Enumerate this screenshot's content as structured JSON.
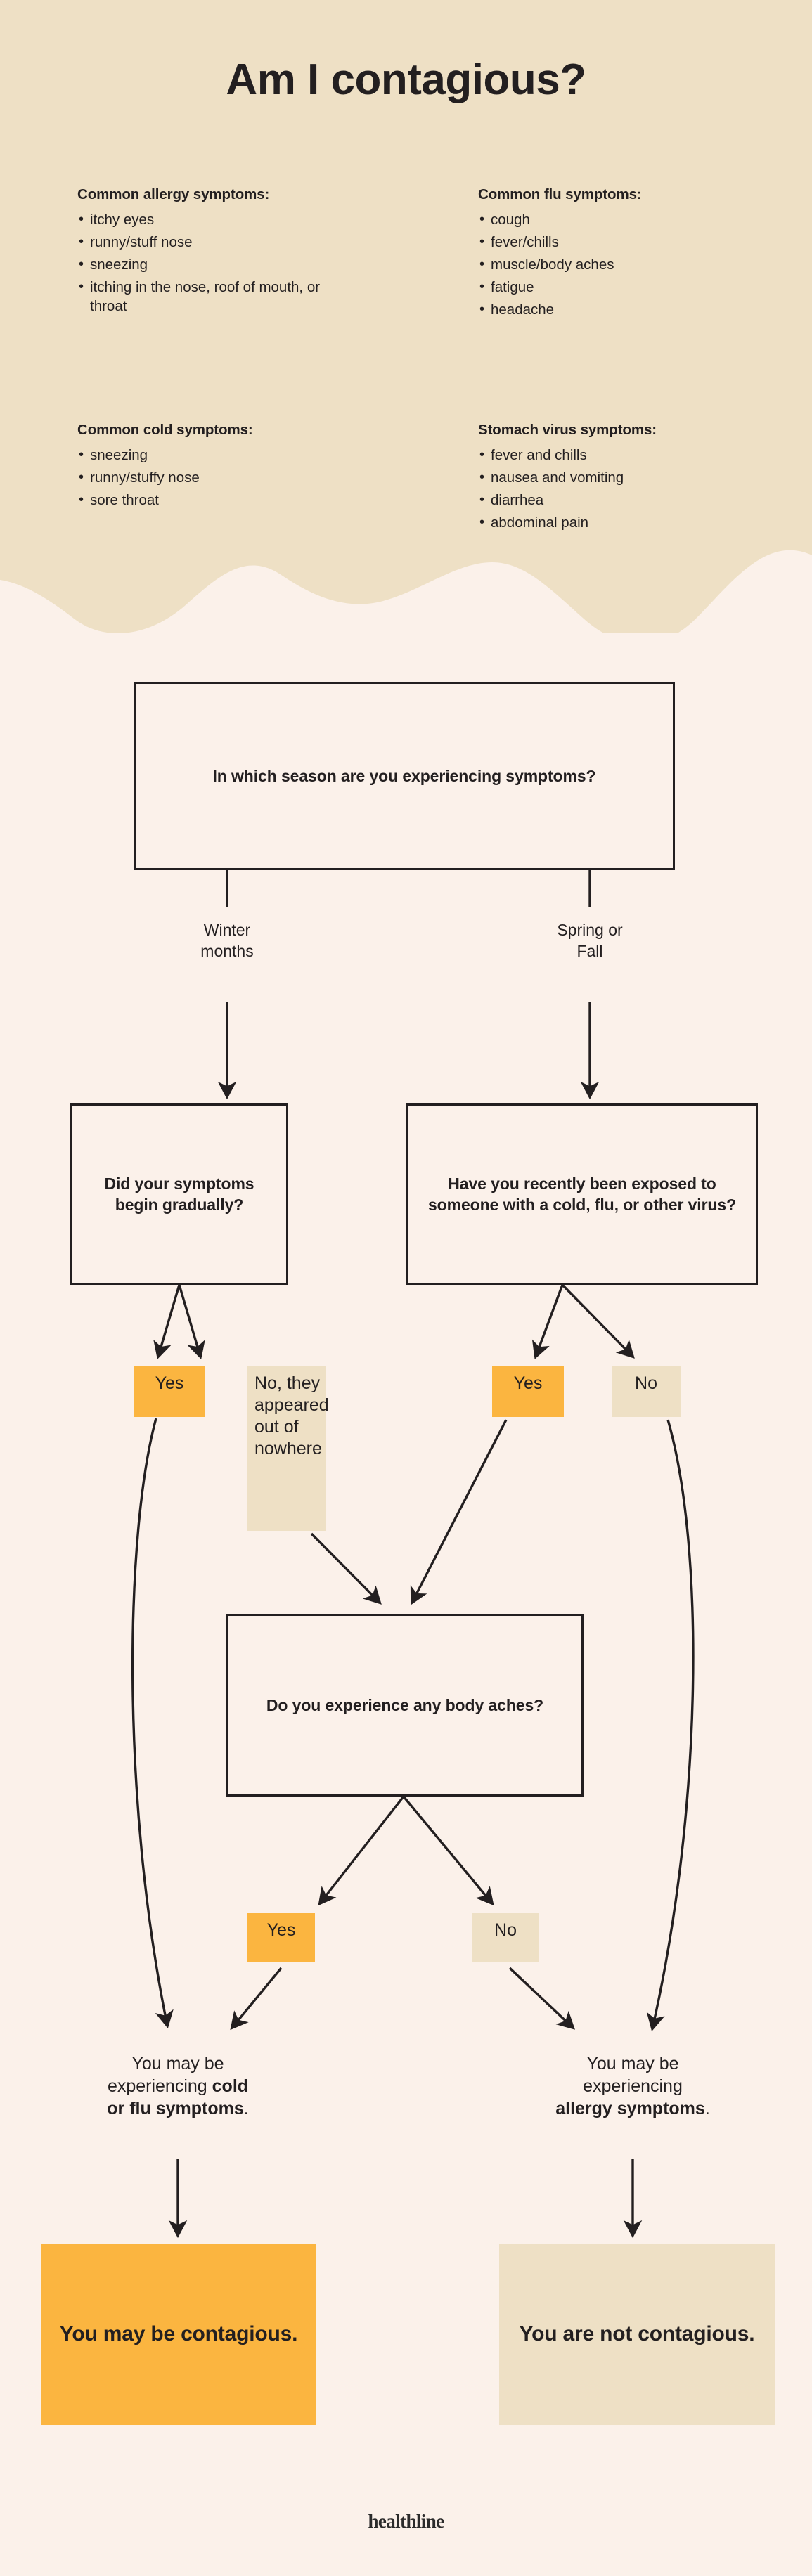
{
  "title": "Am I contagious?",
  "colors": {
    "header_band": "#EEE0C5",
    "page_background": "#FBF1EA",
    "accent_yellow": "#FBB540",
    "accent_tan": "#EEE0C5",
    "ink": "#231f20"
  },
  "symptom_groups": [
    {
      "heading": "Common allergy symptoms:",
      "items": [
        "itchy eyes",
        "runny/stuff nose",
        "sneezing",
        "itching in the nose, roof of mouth, or throat"
      ]
    },
    {
      "heading": "Common flu symptoms:",
      "items": [
        "cough",
        "fever/chills",
        "muscle/body aches",
        "fatigue",
        "headache"
      ]
    },
    {
      "heading": "Common cold symptoms:",
      "items": [
        "sneezing",
        "runny/stuffy nose",
        "sore throat"
      ]
    },
    {
      "heading": "Stomach virus symptoms:",
      "items": [
        "fever and chills",
        "nausea and vomiting",
        "diarrhea",
        "abdominal pain"
      ]
    }
  ],
  "flow": {
    "q_season": "In which season are you experiencing symptoms?",
    "branch_winter": "Winter\nmonths",
    "branch_winter_line1": "Winter",
    "branch_winter_line2": "months",
    "branch_spring_line1": "Spring or",
    "branch_spring_line2": "Fall",
    "q_gradual": "Did your symptoms begin gradually?",
    "q_exposed": "Have you recently been exposed to someone with a cold, flu, or other virus?",
    "chip_gradual_yes": "Yes",
    "chip_gradual_no": "No, they appeared out of nowhere",
    "chip_exposed_yes": "Yes",
    "chip_exposed_no": "No",
    "q_aches": "Do you experience any body aches?",
    "chip_aches_yes": "Yes",
    "chip_aches_no": "No",
    "outcome_left_plain_1": "You may be",
    "outcome_left_plain_2": "experiencing ",
    "outcome_left_bold_1": "cold",
    "outcome_left_bold_2": "or flu symptoms",
    "outcome_left_end": ".",
    "outcome_right_plain_1": "You may be",
    "outcome_right_plain_2": "experiencing",
    "outcome_right_bold": "allergy symptoms",
    "outcome_right_end": ".",
    "result_contagious": "You may be contagious.",
    "result_not_contagious": "You are not contagious."
  },
  "brand": "healthline"
}
